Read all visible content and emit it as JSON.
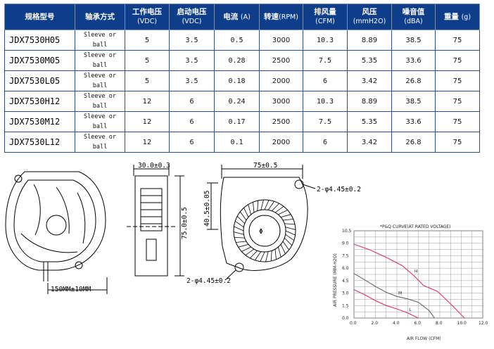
{
  "table": {
    "headers": [
      {
        "main": "规格型号",
        "sub": ""
      },
      {
        "main": "轴承方式",
        "sub": ""
      },
      {
        "main": "工作电压",
        "sub": "(VDC)"
      },
      {
        "main": "启动电压",
        "sub": "(VDC)"
      },
      {
        "main": "电流",
        "sub": "(A)"
      },
      {
        "main": "转速",
        "sub": "(RPM)"
      },
      {
        "main": "排风量",
        "sub": "(CFM)"
      },
      {
        "main": "风压",
        "sub": "(mmH2O)"
      },
      {
        "main": "噪音值",
        "sub": "(dBA)"
      },
      {
        "main": "重量",
        "sub": "(g)"
      }
    ],
    "rows": [
      {
        "model": "JDX7530H05",
        "bearing": [
          "Sleeve or",
          "ball"
        ],
        "voltage": "5",
        "start_voltage": "3.5",
        "current": "0.5",
        "speed": "3000",
        "airflow": "10.3",
        "pressure": "8.89",
        "noise": "38.5",
        "weight": "75"
      },
      {
        "model": "JDX7530M05",
        "bearing": [
          "Sleeve or",
          "ball"
        ],
        "voltage": "5",
        "start_voltage": "3.5",
        "current": "0.28",
        "speed": "2500",
        "airflow": "7.5",
        "pressure": "5.35",
        "noise": "33.6",
        "weight": "75"
      },
      {
        "model": "JDX7530L05",
        "bearing": [
          "Sleeve or",
          "ball"
        ],
        "voltage": "5",
        "start_voltage": "3.5",
        "current": "0.18",
        "speed": "2000",
        "airflow": "6",
        "pressure": "3.42",
        "noise": "26.8",
        "weight": "75"
      },
      {
        "model": "JDX7530H12",
        "bearing": [
          "Sleeve or",
          "ball"
        ],
        "voltage": "12",
        "start_voltage": "6",
        "current": "0.24",
        "speed": "3000",
        "airflow": "10.3",
        "pressure": "8.89",
        "noise": "38.5",
        "weight": "75"
      },
      {
        "model": "JDX7530M12",
        "bearing": [
          "Sleeve or",
          "ball"
        ],
        "voltage": "12",
        "start_voltage": "6",
        "current": "0.17",
        "speed": "2500",
        "airflow": "7.5",
        "pressure": "5.35",
        "noise": "33.6",
        "weight": "75"
      },
      {
        "model": "JDX7530L12",
        "bearing": [
          "Sleeve or",
          "ball"
        ],
        "voltage": "12",
        "start_voltage": "6",
        "current": "0.1",
        "speed": "2000",
        "airflow": "6",
        "pressure": "3.42",
        "noise": "26.8",
        "weight": "75"
      }
    ]
  },
  "drawing": {
    "side_width": "30.0±0.3",
    "side_height": "75.0±0.5",
    "front_width": "75±0.5",
    "front_height": "40.5±0.05",
    "hole_top": "2-φ4.45±0.2",
    "hole_bottom": "2-φ4.45±0.2",
    "lead_length": "150MM±10MM",
    "hub_label": "Φ"
  },
  "colors": {
    "header_bg": "#0e3d8a",
    "curve_red": "#e0306a",
    "curve_gray": "#666666"
  },
  "chart_data": {
    "type": "line",
    "title": "*P&Q CURVE(AT RATED VOLTAGE)",
    "xlabel": "AIR FLOW (CFM)",
    "ylabel": "AIR PRESSURE (MM-H2O)",
    "xlim": [
      0,
      12
    ],
    "ylim": [
      0,
      10.5
    ],
    "xticks": [
      "0.0",
      "2.0",
      "4.0",
      "6.0",
      "8.0",
      "10.0",
      "12.0"
    ],
    "yticks": [
      "0.0",
      "1.5",
      "3.0",
      "4.5",
      "6.0",
      "7.5",
      "9.0",
      "10.5"
    ],
    "grid": true,
    "series": [
      {
        "name": "H",
        "color": "#e0306a",
        "x": [
          0,
          1.5,
          3,
          4.5,
          5.5,
          6.5,
          7.8,
          9,
          10.3
        ],
        "y": [
          8.89,
          8.2,
          7.3,
          6.3,
          5.2,
          3.9,
          3.2,
          1.7,
          0
        ]
      },
      {
        "name": "M",
        "color": "#666666",
        "x": [
          0,
          1,
          2,
          3,
          4,
          5,
          6,
          7,
          7.5
        ],
        "y": [
          5.35,
          4.6,
          3.8,
          3.1,
          2.6,
          2.3,
          1.9,
          0.9,
          0
        ]
      },
      {
        "name": "L",
        "color": "#e0306a",
        "x": [
          0,
          1,
          2,
          3,
          4,
          5,
          6
        ],
        "y": [
          3.42,
          2.8,
          2.1,
          1.5,
          1.1,
          0.6,
          0
        ]
      }
    ]
  }
}
